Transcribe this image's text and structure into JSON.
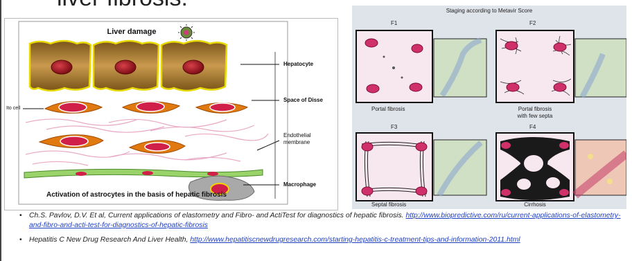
{
  "slide": {
    "title_partial": "liver fibrosis:"
  },
  "left_figure": {
    "title": "Liver damage",
    "caption": "Activation of astrocytes in the basis of hepatic fibrosis",
    "labels": {
      "hepatocyte": "Hepatocyte",
      "space_of_disse": "Space of Disse",
      "endothelial_1": "Endothelial",
      "endothelial_2": "membrane",
      "macrophage": "Macrophage",
      "ito_cell": "Ito cell"
    }
  },
  "right_figure": {
    "title": "Staging according to Metavir Score",
    "panels": [
      {
        "stage": "F1",
        "caption": "Portal fibrosis"
      },
      {
        "stage": "F2",
        "caption_line1": "Portal fibrosis",
        "caption_line2": "with few septa"
      },
      {
        "stage": "F3",
        "caption": "Septal fibrosis"
      },
      {
        "stage": "F4",
        "caption": "Cirrhosis"
      }
    ]
  },
  "references": [
    {
      "text": "Ch.S. Pavlov, D.V.  Et al, Current applications of elastometry and Fibro- and ActiTest for diagnostics of hepatic fibrosis. ",
      "link": "http://www.biopredictive.com/ru/current-applications-of-elastometry-and-fibro-and-acti-test-for-diagnostics-of-hepatic-fibrosis"
    },
    {
      "text": "Hepatitis C New Drug Research And Liver Health, ",
      "link": "http://www.hepatitiscnewdrugresearch.com/starting-hepatitis-c-treatment-tips-and-information-2011.html"
    }
  ],
  "colors": {
    "hepatocyte": "#b88a3a",
    "nucleus": "#b0202a",
    "ito": "#e07a10",
    "fiber": "#e9a9c4",
    "endothelium": "#9bd36b",
    "link": "#1f3fbf"
  }
}
